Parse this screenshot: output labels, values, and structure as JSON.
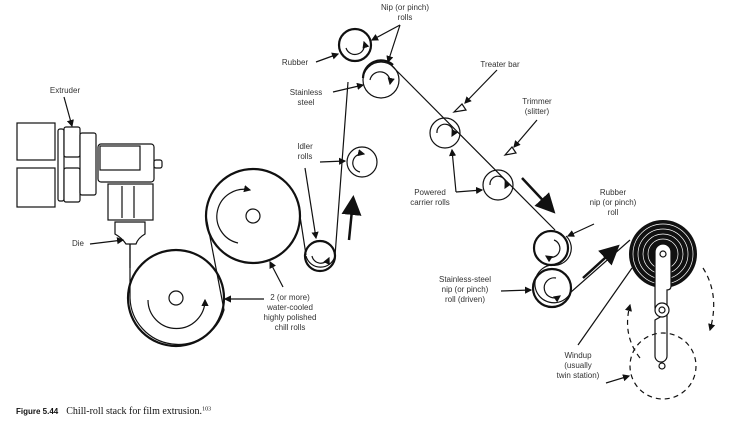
{
  "figure": {
    "number": "Figure 5.44",
    "caption": "Chill-roll stack for film extrusion.",
    "reference": "103"
  },
  "labels": {
    "extruder": "Extruder",
    "die": "Die",
    "nip_rolls": "Nip (or pinch)\nrolls",
    "rubber": "Rubber",
    "stainless_steel": "Stainless\nsteel",
    "idler_rolls": "Idler\nrolls",
    "treater_bar": "Treater bar",
    "trimmer": "Trimmer\n(slitter)",
    "powered_carrier_rolls": "Powered\ncarrier rolls",
    "rubber_nip_roll": "Rubber\nnip (or pinch)\nroll",
    "stainless_nip_roll": "Stainless-steel\nnip (or pinch)\nroll (driven)",
    "chill_rolls": "2 (or more)\nwater-cooled\nhighly polished\nchill rolls",
    "windup": "Windup\n(usually\ntwin station)"
  }
}
